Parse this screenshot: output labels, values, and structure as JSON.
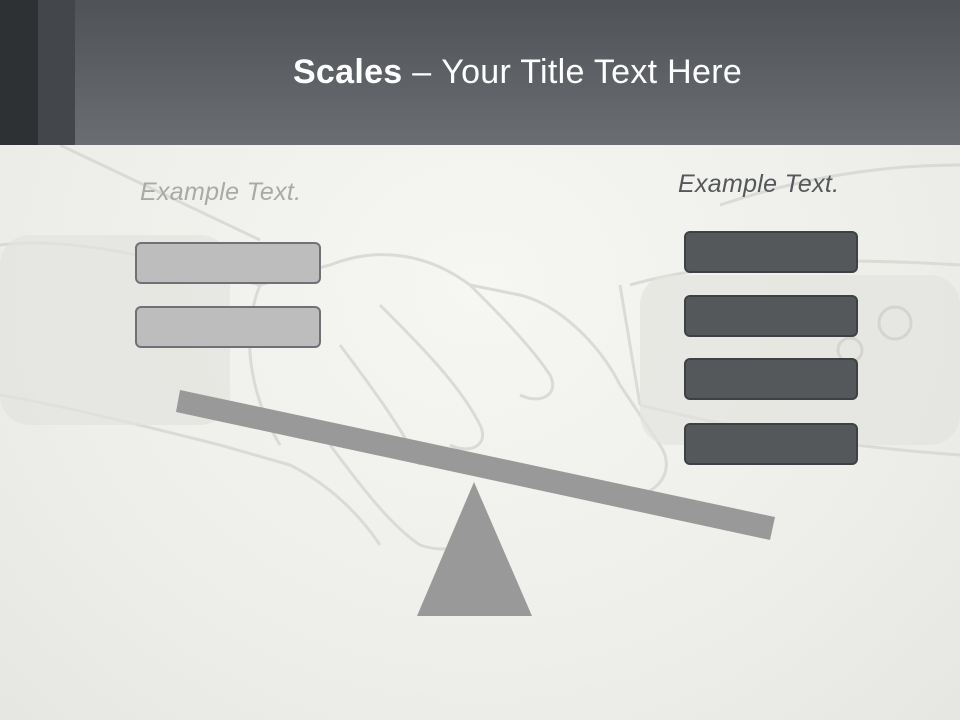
{
  "header": {
    "title_bold": "Scales",
    "title_separator": " – ",
    "title_rest": "Your Title Text Here"
  },
  "left": {
    "label": "Example Text.",
    "boxes": 2
  },
  "right": {
    "label": "Example Text.",
    "boxes": 4
  },
  "colors": {
    "header": "#5f6367",
    "box_light": "#bdbdbd",
    "box_dark": "#55585b",
    "scale": "#999999"
  }
}
